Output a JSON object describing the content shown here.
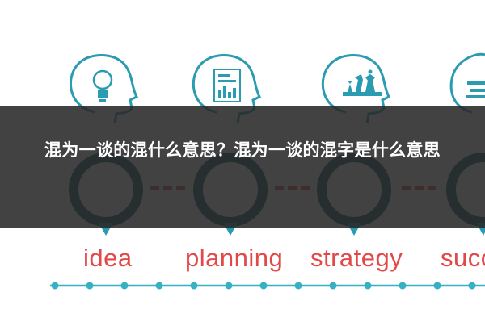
{
  "article": {
    "title": "混为一谈的混什么意思？混为一谈的混字是什么意思"
  },
  "infographic": {
    "stages": [
      {
        "label": "idea",
        "icon": "lightbulb-icon"
      },
      {
        "label": "planning",
        "icon": "document-chart-icon"
      },
      {
        "label": "strategy",
        "icon": "chess-pieces-icon"
      },
      {
        "label": "succ",
        "icon": "success-icon"
      }
    ],
    "colors": {
      "outline": "#2a9bb0",
      "outline_dark": "#1c5d66",
      "accent": "#e34848",
      "timeline": "#36b0c4",
      "overlay": "#282828"
    }
  }
}
